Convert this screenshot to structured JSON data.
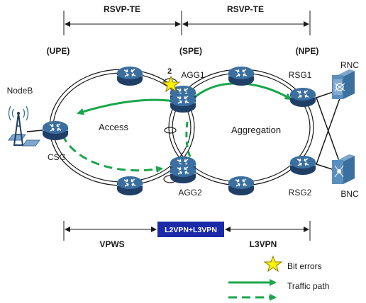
{
  "colors": {
    "router_top": "#3a6fa0",
    "router_body": "#1f3f66",
    "router_band": "#7aa0c2",
    "traffic": "#1aa64a",
    "vpn_box": "#1a2aa8",
    "star": "#fff200",
    "server": "#3b6f9e"
  },
  "header": {
    "segment_left": "RSVP-TE",
    "segment_right": "RSVP-TE",
    "role_upe": "(UPE)",
    "role_spe": "(SPE)",
    "role_npe": "(NPE)"
  },
  "network": {
    "access_label": "Access",
    "aggregation_label": "Aggregation",
    "nodes": {
      "nodeb": "NodeB",
      "csg": "CSG",
      "agg1": "AGG1",
      "agg2": "AGG2",
      "rsg1": "RSG1",
      "rsg2": "RSG2",
      "rnc": "RNC",
      "bnc": "BNC"
    },
    "fault_index": "2"
  },
  "footer": {
    "vpws": "VPWS",
    "center_box": "L2VPN+L3VPN",
    "l3vpn": "L3VPN"
  },
  "legend": {
    "bit_errors": "Bit errors",
    "traffic_path": "Traffic path"
  }
}
